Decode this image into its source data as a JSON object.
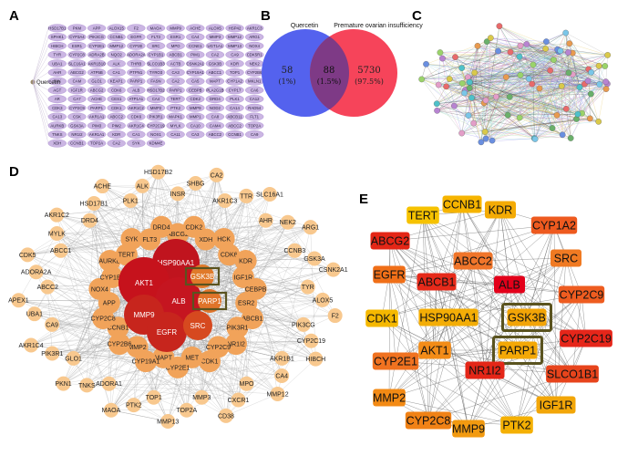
{
  "panels": {
    "a": {
      "letter": "A",
      "center_label": "Quercetin",
      "genes": [
        "HSD17B1",
        "PKM",
        "APP",
        "ALOX15",
        "F2",
        "MAOA",
        "MMP9",
        "ACHE",
        "ALOX5",
        "HSP42",
        "AKR1C3",
        "SPHK1",
        "CYP3A4",
        "PIK3CG",
        "CCNB1",
        "EGFR",
        "FLT3",
        "ESR1",
        "CA4",
        "MMP3",
        "MMP12",
        "ARG1",
        "HIBCH",
        "ESR1",
        "CYP2E1",
        "MMP12",
        "CYP2E",
        "SRC",
        "MPO",
        "CCNE1",
        "UGT1A1",
        "MMP13",
        "NOX4",
        "TYR",
        "CYP2C8",
        "ADRA2B",
        "NQO2",
        "ADORA2A",
        "CYP1B1",
        "ABCB1",
        "PIM1",
        "CA2",
        "CA9",
        "CDK5R1",
        "UBA1",
        "SLC16A1",
        "AKR1B10",
        "ALK",
        "THRB",
        "SLCO1B3",
        "ACTB",
        "CSNK2A1",
        "GSK3B",
        "KDR",
        "NEK2",
        "AHR",
        "ABCG2",
        "ATP5B",
        "CA1",
        "PTPN1",
        "TYRO3",
        "CA3",
        "CYP19A1",
        "ABCC1",
        "TOP1",
        "CYP2B6",
        "SYK",
        "CAM",
        "GLO1",
        "KEAP1",
        "PARP1",
        "FASN",
        "CA2",
        "CA5",
        "MAPT",
        "CYP1A2",
        "MKLN1",
        "AGT",
        "IGF1R",
        "ABCG2",
        "CDK6",
        "ALB",
        "HSD17B2",
        "PARP1",
        "CEBPB",
        "PLA2G1B",
        "CYP17",
        "CA6",
        "AR",
        "CA7",
        "ACHE",
        "CES1",
        "ATP1A1",
        "CA4",
        "TERT",
        "CDK2",
        "DRD4",
        "PLK1",
        "CA12",
        "CDK3",
        "CYP2C9",
        "PARP1",
        "CDK1",
        "AKR1C2",
        "MMP2",
        "PTK2",
        "MMP9",
        "NOD2",
        "CA14",
        "RAD54",
        "CA13",
        "CSK",
        "AKR1A1",
        "ABCC2",
        "CDK6",
        "PIK3R1",
        "MAPK1",
        "MMP1",
        "CA8",
        "ABCB11",
        "FLT1",
        "AURKB",
        "GSK3A",
        "PIM3",
        "PIM2",
        "AKR1C4",
        "CYP2C19",
        "MYLK",
        "CA10",
        "CAM4",
        "ABCC2",
        "TOP2A",
        "TNKS",
        "NR1I2",
        "AKR1A1",
        "KDR",
        "CA1",
        "NOX1",
        "CA11",
        "CA3",
        "ABCC2",
        "CCNB1",
        "CA9",
        "XDH",
        "CCNB1",
        "TOP2A",
        "CA2",
        "SYK",
        "KDM4E"
      ]
    },
    "b": {
      "letter": "B",
      "left_label": "Quercetin",
      "right_label": "Premature ovarian insufficiency",
      "left_only_count": "58",
      "left_only_pct": "(1%)",
      "overlap_count": "88",
      "overlap_pct": "(1.5%)",
      "right_only_count": "5730",
      "right_only_pct": "(97.5%)",
      "colors": {
        "left": "#5462ee",
        "right": "#f6445a",
        "overlap": "#7e3a86"
      }
    },
    "c": {
      "letter": "C"
    },
    "d": {
      "letter": "D",
      "core_nodes": [
        "HSP90AA1",
        "AKT1",
        "ALB",
        "MMP9",
        "EGFR",
        "SRC",
        "PARP1",
        "GSK3B"
      ],
      "mid_nodes": [
        "GSK3B",
        "ABCG2",
        "CDK2",
        "XDH",
        "HCK",
        "CDK6",
        "KDR",
        "IGF1R",
        "CEBPB",
        "ESR2",
        "ABCB1",
        "PIK3R1",
        "NR1I2",
        "CYP2C9",
        "CDK1",
        "MET",
        "CYP2E1",
        "MAPT",
        "CYP19A1",
        "MMP2",
        "CYP2B6",
        "CCNB1",
        "CYP2C8",
        "APP",
        "NOX4",
        "CYP1B1",
        "AURKB",
        "TERT",
        "SYK",
        "FLT3",
        "DRD4"
      ],
      "outer_nodes": [
        "INSR",
        "SHBG",
        "CA2",
        "AKR1C3",
        "TTR",
        "SLC16A1",
        "AHR",
        "NEK2",
        "ARG1",
        "CCNB3",
        "GSK3A",
        "CSNK2A1",
        "TYR",
        "ALOX5",
        "F2",
        "PIK3CG",
        "CYP2C19",
        "HIBCH",
        "AKR1B1",
        "CA4",
        "MMP12",
        "MPO",
        "CXCR1",
        "CD38",
        "MMP3",
        "TOP2A",
        "MMP13",
        "TOP1",
        "PTK2",
        "MAOA",
        "ADORA1",
        "TNKS",
        "PKN1",
        "GLO1",
        "PIK3R1",
        "AKR1C4",
        "CA9",
        "UBA1",
        "APEX1",
        "ABCC2",
        "ADORA2A",
        "CDK5",
        "ABCC1",
        "MYLK",
        "AKR1C2",
        "DRD4",
        "HSD17B1",
        "ACHE",
        "PLK1",
        "ALK",
        "HSD17B2"
      ],
      "highlighted": [
        "GSK3B",
        "PARP1"
      ]
    },
    "e": {
      "letter": "E",
      "highlighted": [
        "GSK3B",
        "PARP1"
      ],
      "nodes": [
        {
          "label": "TERT",
          "color": "#f6c200"
        },
        {
          "label": "CCNB1",
          "color": "#f6b400"
        },
        {
          "label": "KDR",
          "color": "#f4ab05"
        },
        {
          "label": "CYP1A2",
          "color": "#ee5a1f"
        },
        {
          "label": "ABCG2",
          "color": "#e42616"
        },
        {
          "label": "SRC",
          "color": "#f07a22"
        },
        {
          "label": "ABCC2",
          "color": "#f0752a"
        },
        {
          "label": "EGFR",
          "color": "#f06f18"
        },
        {
          "label": "ABCB1",
          "color": "#e62a1a"
        },
        {
          "label": "ALB",
          "color": "#e3001a"
        },
        {
          "label": "CYP2C9",
          "color": "#ee5c20"
        },
        {
          "label": "CDK1",
          "color": "#f5b800"
        },
        {
          "label": "HSP90AA1",
          "color": "#f3ad06"
        },
        {
          "label": "GSK3B",
          "color": "#f2a407"
        },
        {
          "label": "CYP2C19",
          "color": "#e6261a"
        },
        {
          "label": "AKT1",
          "color": "#f38c18"
        },
        {
          "label": "PARP1",
          "color": "#f4a806"
        },
        {
          "label": "CYP2E1",
          "color": "#f07220"
        },
        {
          "label": "NR1I2",
          "color": "#e42618"
        },
        {
          "label": "SLCO1B1",
          "color": "#e7441c"
        },
        {
          "label": "MMP2",
          "color": "#f38a14"
        },
        {
          "label": "IGF1R",
          "color": "#f2a608"
        },
        {
          "label": "CYP2C8",
          "color": "#f18216"
        },
        {
          "label": "MMP9",
          "color": "#f29a10"
        },
        {
          "label": "PTK2",
          "color": "#f4b004"
        }
      ]
    }
  }
}
